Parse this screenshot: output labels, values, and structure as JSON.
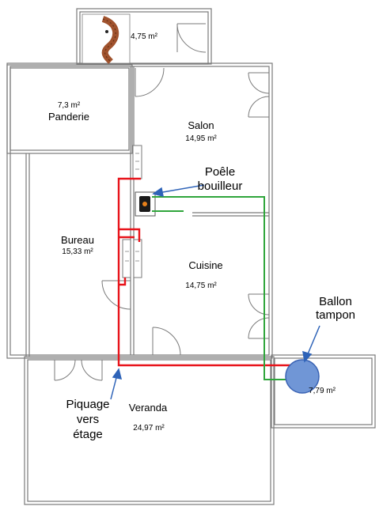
{
  "rooms": {
    "top": {
      "area": "4,75 m²"
    },
    "panderie": {
      "name": "Panderie",
      "area": "7,3 m²"
    },
    "salon": {
      "name": "Salon",
      "area": "14,95 m²"
    },
    "bureau": {
      "name": "Bureau",
      "area": "15,33 m²"
    },
    "cuisine": {
      "name": "Cuisine",
      "area": "14,75 m²"
    },
    "veranda": {
      "name": "Veranda",
      "area": "24,97 m²"
    },
    "annex": {
      "area": "7,79 m²"
    }
  },
  "annotations": {
    "poele": {
      "line1": "Poêle",
      "line2": "bouilleur"
    },
    "ballon": {
      "line1": "Ballon",
      "line2": "tampon"
    },
    "piquage": {
      "line1": "Piquage",
      "line2": "vers",
      "line3": "étage"
    }
  },
  "colors": {
    "wall": "#7a7a7a",
    "red_pipe": "#e8131a",
    "green_pipe": "#2fa53b",
    "arrow": "#2e63b8",
    "tank_fill": "#7096d6",
    "tank_stroke": "#3a63b4"
  },
  "icons": [
    "spiral-staircase-icon",
    "stove-icon",
    "radiator-icon",
    "door-icon",
    "window-icon"
  ]
}
